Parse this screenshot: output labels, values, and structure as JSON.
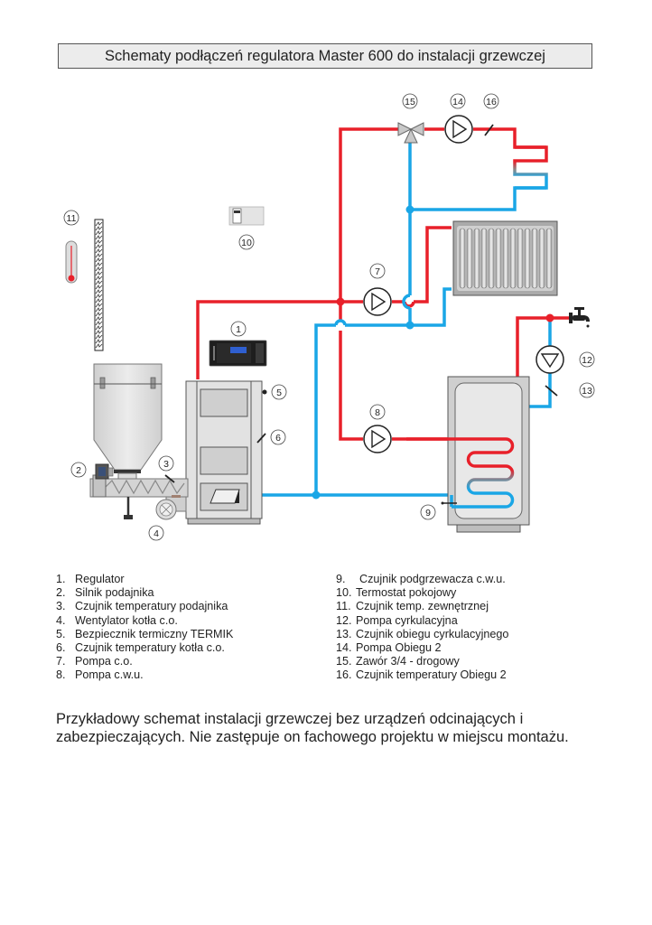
{
  "title": "Schematy podłączeń regulatora Master 600 do instalacji grzewczej",
  "colors": {
    "supply_pipe": "#e8202a",
    "return_pipe": "#1aa6e6",
    "equipment_fill": "#d9d9d9",
    "title_bg": "#ececec"
  },
  "diagram_labels": {
    "n1": "1",
    "n2": "2",
    "n3": "3",
    "n4": "4",
    "n5": "5",
    "n6": "6",
    "n7": "7",
    "n8": "8",
    "n9": "9",
    "n10": "10",
    "n11": "11",
    "n12": "12",
    "n13": "13",
    "n14": "14",
    "n15": "15",
    "n16": "16"
  },
  "legend_left": [
    {
      "num": "1.",
      "label": "Regulator"
    },
    {
      "num": "2.",
      "label": "Silnik podajnika"
    },
    {
      "num": "3.",
      "label": "Czujnik temperatury podajnika"
    },
    {
      "num": "4.",
      "label": "Wentylator kotła c.o."
    },
    {
      "num": "5.",
      "label": "Bezpiecznik termiczny TERMIK"
    },
    {
      "num": "6.",
      "label": "Czujnik temperatury kotła c.o."
    },
    {
      "num": "7.",
      "label": "Pompa c.o."
    },
    {
      "num": "8.",
      "label": "Pompa c.w.u."
    }
  ],
  "legend_right": [
    {
      "num": "9.",
      "label": "Czujnik podgrzewacza c.w.u."
    },
    {
      "num": "10.",
      "label": "Termostat pokojowy"
    },
    {
      "num": "11.",
      "label": "Czujnik temp. zewnętrznej"
    },
    {
      "num": "12.",
      "label": "Pompa cyrkulacyjna"
    },
    {
      "num": "13.",
      "label": "Czujnik obiegu cyrkulacyjnego"
    },
    {
      "num": "14.",
      "label": "Pompa Obiegu 2"
    },
    {
      "num": "15.",
      "label": "Zawór 3/4 - drogowy"
    },
    {
      "num": "16.",
      "label": "Czujnik temperatury Obiegu 2"
    }
  ],
  "note_line1": "Przykładowy schemat instalacji grzewczej bez urządzeń odcinających  i",
  "note_line2": "zabezpieczających. Nie zastępuje on fachowego projektu w miejscu montażu."
}
